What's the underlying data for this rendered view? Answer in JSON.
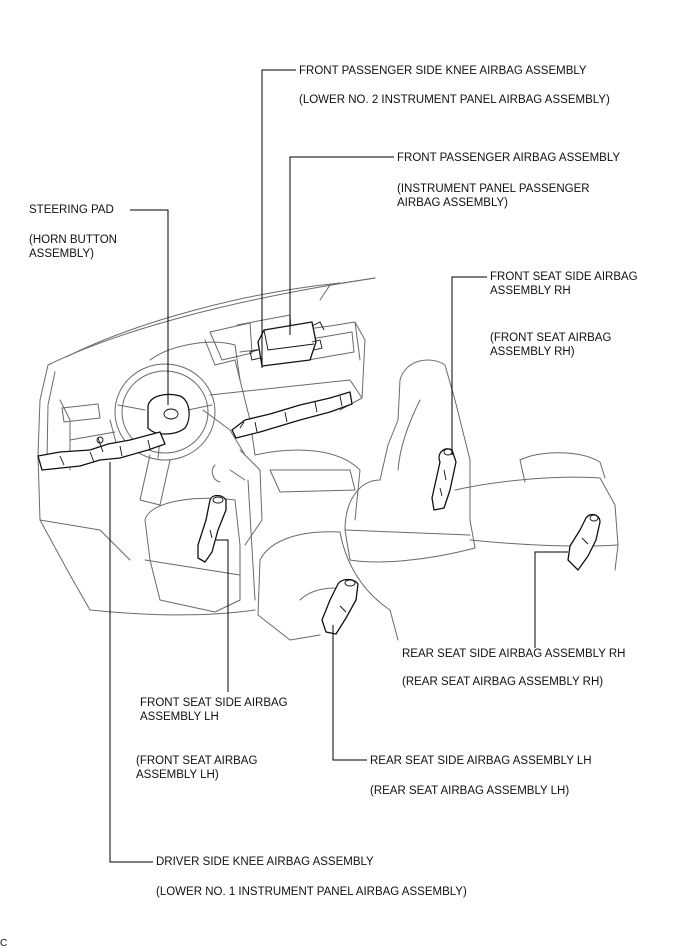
{
  "labels": {
    "front_passenger_knee": {
      "name": "FRONT PASSENGER SIDE KNEE AIRBAG ASSEMBLY",
      "alt": "(LOWER NO. 2 INSTRUMENT PANEL AIRBAG ASSEMBLY)"
    },
    "front_passenger": {
      "name": "FRONT PASSENGER AIRBAG ASSEMBLY",
      "alt_line1": "(INSTRUMENT PANEL PASSENGER",
      "alt_line2": "AIRBAG ASSEMBLY)"
    },
    "steering_pad": {
      "name": "STEERING PAD",
      "alt_line1": "(HORN BUTTON",
      "alt_line2": "ASSEMBLY)"
    },
    "front_seat_side_rh": {
      "name_line1": "FRONT SEAT SIDE AIRBAG",
      "name_line2": "ASSEMBLY RH",
      "alt_line1": "(FRONT SEAT AIRBAG",
      "alt_line2": "ASSEMBLY RH)"
    },
    "rear_seat_side_rh": {
      "name": "REAR SEAT SIDE AIRBAG ASSEMBLY RH",
      "alt": "(REAR SEAT AIRBAG ASSEMBLY RH)"
    },
    "front_seat_side_lh": {
      "name_line1": "FRONT SEAT SIDE AIRBAG",
      "name_line2": "ASSEMBLY LH",
      "alt_line1": "(FRONT SEAT AIRBAG",
      "alt_line2": "ASSEMBLY LH)"
    },
    "rear_seat_side_lh": {
      "name": "REAR SEAT SIDE AIRBAG ASSEMBLY LH",
      "alt": "(REAR SEAT AIRBAG ASSEMBLY LH)"
    },
    "driver_knee": {
      "name": "DRIVER SIDE KNEE AIRBAG ASSEMBLY",
      "alt": "(LOWER NO. 1 INSTRUMENT PANEL AIRBAG ASSEMBLY)"
    }
  },
  "corner_mark": "C"
}
